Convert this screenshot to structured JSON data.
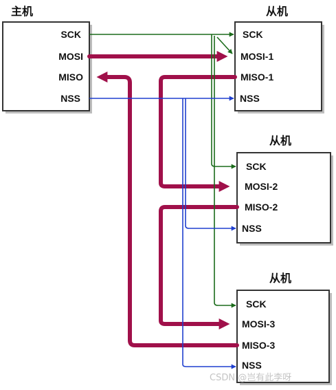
{
  "master": {
    "title": "主机",
    "pins": [
      "SCK",
      "MOSI",
      "MISO",
      "NSS"
    ]
  },
  "slaves": [
    {
      "title": "从机",
      "pins": [
        "SCK",
        "MOSI-1",
        "MISO-1",
        "NSS"
      ]
    },
    {
      "title": "从机",
      "pins": [
        "SCK",
        "MOSI-2",
        "MISO-2",
        "NSS"
      ]
    },
    {
      "title": "从机",
      "pins": [
        "SCK",
        "MOSI-3",
        "MISO-3",
        "NSS"
      ]
    }
  ],
  "watermark": "CSDN @岂有此李呀",
  "colors": {
    "sck": "#1b6b1b",
    "mosi_miso": "#a0104a",
    "nss": "#1f3fcf",
    "box_border": "#333333"
  }
}
